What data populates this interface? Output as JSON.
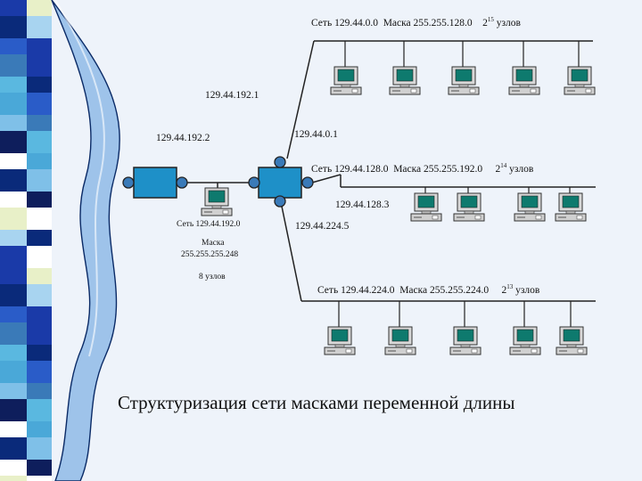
{
  "title": "Структуризация сети масками переменной длины",
  "network_top": {
    "net_label": "Сеть",
    "net_addr": "129.44.0.0",
    "mask_label": "Маска",
    "mask": "255.255.128.0",
    "nodes_base": "2",
    "nodes_exp": "15",
    "nodes_word": "узлов"
  },
  "network_mid": {
    "net_label": "Сеть",
    "net_addr": "129.44.128.0",
    "mask_label": "Маска",
    "mask": "255.255.192.0",
    "nodes_base": "2",
    "nodes_exp": "14",
    "nodes_word": "узлов"
  },
  "network_bottom": {
    "net_label": "Сеть",
    "net_addr": "129.44.224.0",
    "mask_label": "Маска",
    "mask": "255.255.224.0",
    "nodes_base": "2",
    "nodes_exp": "13",
    "nodes_word": "узлов"
  },
  "network_small": {
    "net_line": "Сеть 129.44.192.0",
    "mask_label": "Маска",
    "mask": "255.255.255.248",
    "nodes": "8 узлов"
  },
  "interfaces": {
    "r2_top": "129.44.192.1",
    "r1_right": "129.44.192.2",
    "r2_net0": "129.44.0.1",
    "r2_net128": "129.44.128.3",
    "r2_net224": "129.44.224.5"
  },
  "colors": {
    "router": "#1e90c8",
    "port": "#3a7ab8",
    "line": "#222222",
    "monitor": "#0e7a6e",
    "background": "#eef3fa"
  },
  "icons": [
    "router-icon",
    "computer-icon"
  ]
}
